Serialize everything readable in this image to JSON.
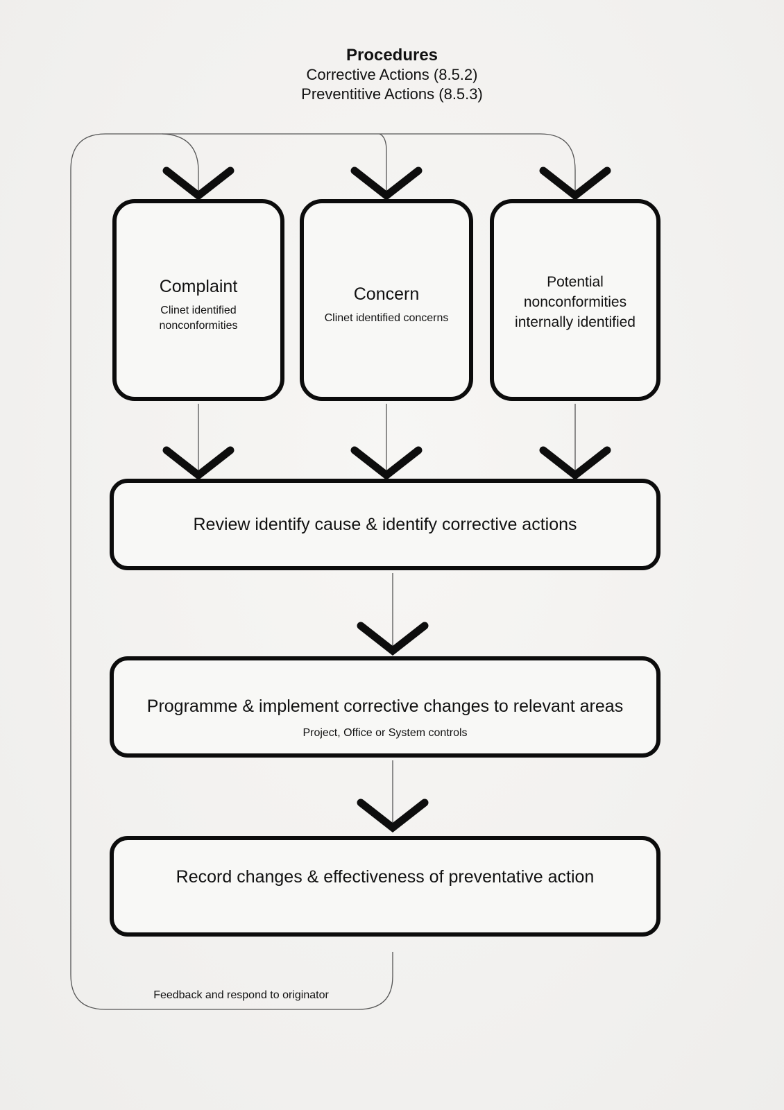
{
  "colors": {
    "page_bg": "#f2f1ef",
    "box_fill": "#f8f8f6",
    "box_border": "#0c0c0c",
    "thin_line": "#555555",
    "arrow_color": "#0d0d0d",
    "text_color": "#111111"
  },
  "title": {
    "heading": "Procedures",
    "subheading1": "Corrective Actions (8.5.2)",
    "subheading2": "Preventitive Actions (8.5.3)"
  },
  "nodes": {
    "complaint": {
      "title": "Complaint",
      "subtitle": "Clinet identified nonconformities"
    },
    "concern": {
      "title": "Concern",
      "subtitle": "Clinet identified concerns"
    },
    "potential": {
      "title": "Potential nonconformities internally identified"
    },
    "review": {
      "title": "Review identify cause & identify corrective actions"
    },
    "programme": {
      "title": "Programme & implement corrective changes to relevant areas",
      "subtitle": "Project, Office or System controls"
    },
    "record": {
      "title": "Record changes & effectiveness of preventative action"
    }
  },
  "feedback": {
    "label": "Feedback and respond to originator"
  }
}
